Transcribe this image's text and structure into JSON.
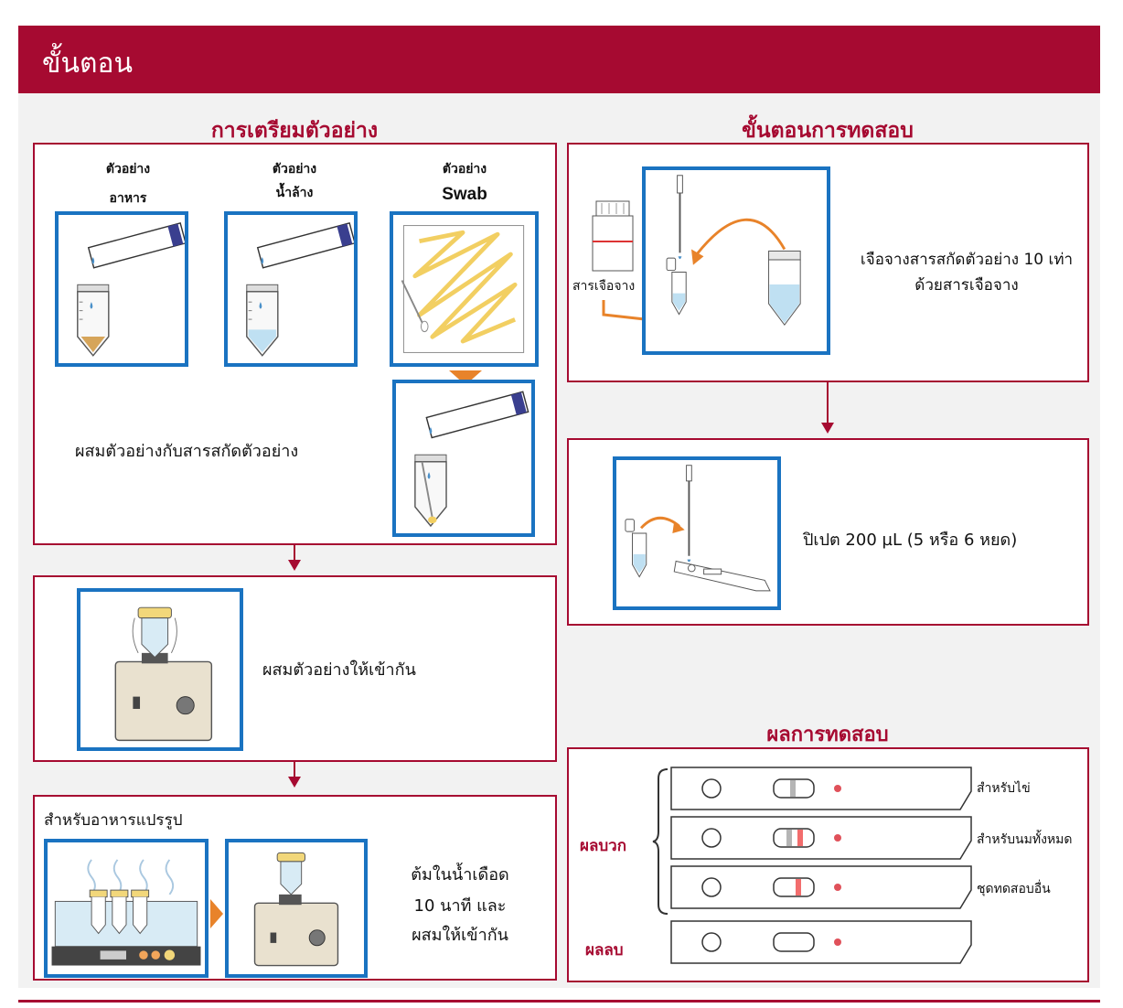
{
  "header": {
    "title": "ขั้นตอน"
  },
  "prep": {
    "title": "การเตรียมตัวอย่าง",
    "food_label_1": "ตัวอย่าง",
    "food_label_2": "อาหาร",
    "wash_label_1": "ตัวอย่าง",
    "wash_label_2": "น้ำล้าง",
    "swab_label_1": "ตัวอย่าง",
    "swab_label_2": "Swab",
    "mix_extract_text": "ผสมตัวอย่างกับสารสกัดตัวอย่าง",
    "vortex_text": "ผสมตัวอย่างให้เข้ากัน",
    "processed_title": "สำหรับอาหารแปรรูป",
    "boil_line_1": "ต้มในน้ำเดือด",
    "boil_line_2": "10 นาที และ",
    "boil_line_3": "ผสมให้เข้ากัน"
  },
  "test": {
    "title": "ขั้นตอนการทดสอบ",
    "diluent_label": "สารเจือจาง",
    "dilute_line_1": "เจือจางสารสกัดตัวอย่าง 10 เท่า",
    "dilute_line_2": "ด้วยสารเจือจาง",
    "pipette_text": "ปิเปต 200 µL  (5 หรือ 6 หยด)"
  },
  "results": {
    "title": "ผลการทดสอบ",
    "positive_label": "ผลบวก",
    "negative_label": "ผลลบ",
    "strips": [
      {
        "label": "สำหรับไข่",
        "lines": [
          "gray"
        ]
      },
      {
        "label": "สำหรับนมทั้งหมด",
        "lines": [
          "gray",
          "red"
        ]
      },
      {
        "label": "ชุดทดสอบอื่น",
        "lines": [
          "red"
        ]
      }
    ]
  },
  "colors": {
    "brand": "#a60a31",
    "frame_blue": "#1a73c1",
    "arrow_orange": "#e8832a",
    "test_line_red": "#f26d6d",
    "control_line_gray": "#b5b5b5"
  }
}
